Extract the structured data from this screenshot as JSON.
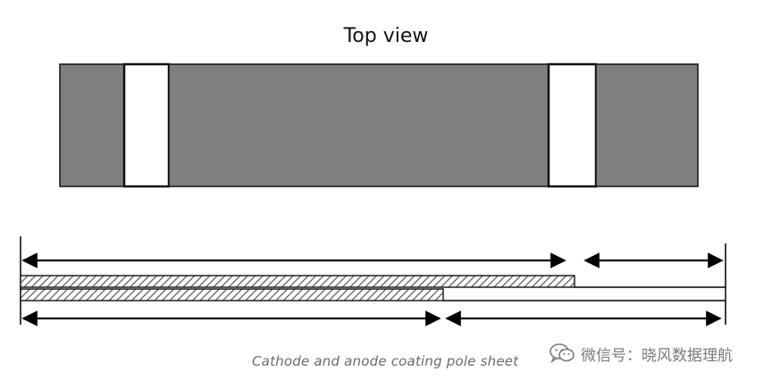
{
  "title": "Top view",
  "caption": "Cathode and anode coating pole sheet",
  "watermark": {
    "text": "微信号：晓风数据理航",
    "icon": "wechat-icon"
  },
  "colors": {
    "coating": "#7f7f7f",
    "foil": "#ffffff",
    "outline": "#111111",
    "hatch": "#555555",
    "caption": "#6b6b6b"
  }
}
